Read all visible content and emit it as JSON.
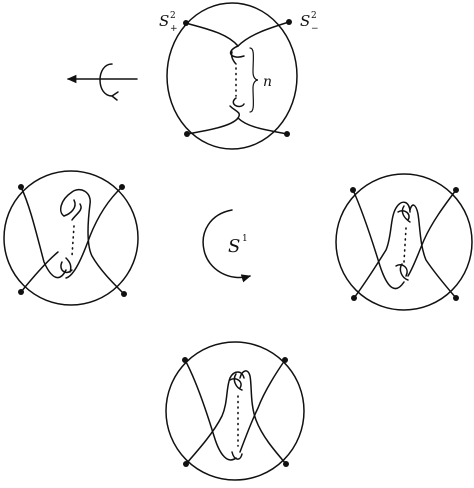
{
  "labels": {
    "s_plus": {
      "base": "S",
      "sup": "2",
      "sub": "+"
    },
    "s_minus": {
      "base": "S",
      "sup": "2",
      "sub": "−"
    },
    "n": "n",
    "s1": {
      "base": "S",
      "sup": "1"
    }
  }
}
